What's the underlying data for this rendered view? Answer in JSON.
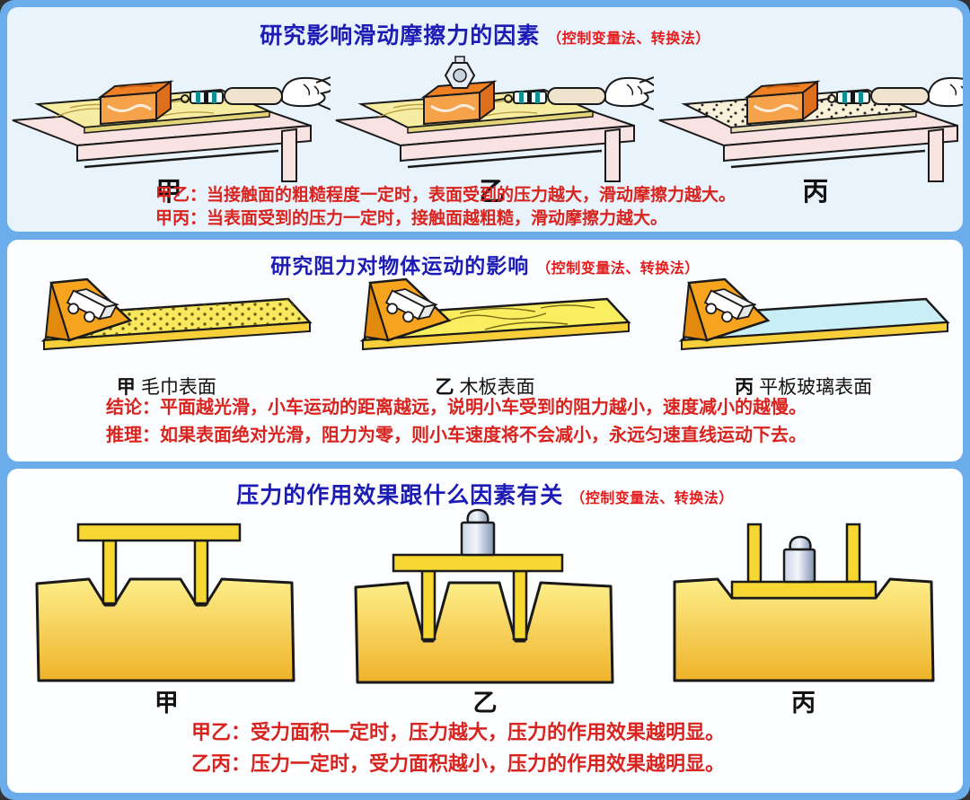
{
  "colors": {
    "frame_blue": "#6badea",
    "panel1_bg": "#e9f3fb",
    "panel_bg": "#fbfdff",
    "title_blue": "#1d1db5",
    "note_red": "#d8231e",
    "wood_yellow": "#f6eda2",
    "sandpaper_cream": "#f8f0d8",
    "towel_yellow": "#f9e85e",
    "glass_cyan": "#c9eef6",
    "ramp_orange": "#f6a41d",
    "foam_gold_top": "#fdee8a",
    "foam_gold_bottom": "#efb32a",
    "table_pink": "#f8e2e2"
  },
  "panels": [
    {
      "id": "friction",
      "title": "研究影响滑动摩擦力的因素",
      "method_note": "（控制变量法、转换法）",
      "figures": [
        {
          "label": "甲"
        },
        {
          "label": "乙"
        },
        {
          "label": "丙"
        }
      ],
      "notes": [
        "甲乙：当接触面的粗糙程度一定时，表面受到的压力越大，滑动摩擦力越大。",
        "甲丙：当表面受到的压力一定时，接触面越粗糙，滑动摩擦力越大。"
      ]
    },
    {
      "id": "inertia",
      "title": "研究阻力对物体运动的影响",
      "method_note": "（控制变量法、转换法）",
      "figures": [
        {
          "label": "甲",
          "surface": "毛巾表面"
        },
        {
          "label": "乙",
          "surface": "木板表面"
        },
        {
          "label": "丙",
          "surface": "平板玻璃表面"
        }
      ],
      "notes": [
        "结论：平面越光滑，小车运动的距离越远，说明小车受到的阻力越小，速度减小的越慢。",
        "推理：如果表面绝对光滑，阻力为零，则小车速度将不会减小，永远匀速直线运动下去。"
      ]
    },
    {
      "id": "pressure",
      "title": "压力的作用效果跟什么因素有关",
      "method_note": "（控制变量法、转换法）",
      "figures": [
        {
          "label": "甲"
        },
        {
          "label": "乙"
        },
        {
          "label": "丙"
        }
      ],
      "notes": [
        "甲乙：受力面积一定时，压力越大，压力的作用效果越明显。",
        "乙丙：压力一定时，受力面积越小，压力的作用效果越明显。"
      ]
    }
  ]
}
